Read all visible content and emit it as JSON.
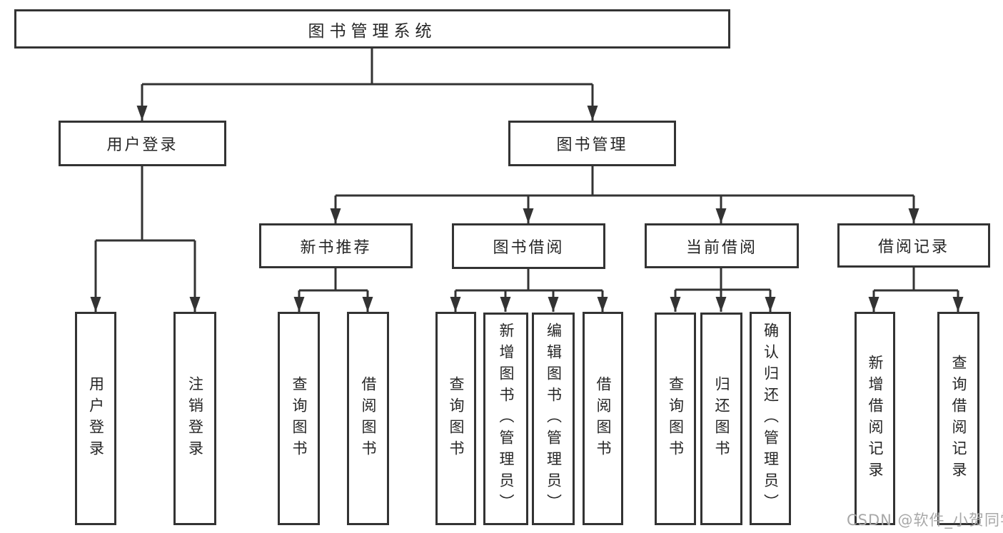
{
  "diagram": {
    "root": {
      "label": "图书管理系统"
    },
    "level2": {
      "user_login": {
        "label": "用户登录"
      },
      "book_management": {
        "label": "图书管理"
      }
    },
    "level3": {
      "new_book_recommend": {
        "label": "新书推荐"
      },
      "book_borrowing": {
        "label": "图书借阅"
      },
      "current_borrowing": {
        "label": "当前借阅"
      },
      "borrowing_records": {
        "label": "借阅记录"
      }
    },
    "leaves": {
      "user_login": "用户登录",
      "logout_login": "注销登录",
      "rec_query_book": "查询图书",
      "rec_borrow_book": "借阅图书",
      "bor_query_book": "查询图书",
      "bor_add_book_admin": "新增图书（管理员）",
      "bor_edit_book_admin": "编辑图书（管理员）",
      "bor_borrow_book": "借阅图书",
      "cur_query_book": "查询图书",
      "cur_return_book": "归还图书",
      "cur_confirm_return_admin": "确认归还（管理员）",
      "records_add_record": "新增借阅记录",
      "records_query_record": "查询借阅记录"
    },
    "watermark": "CSDN @软件_小贺同学"
  },
  "colors": {
    "line": "#333333",
    "text": "#262626",
    "box-bg": "#ffffff",
    "watermark": "#a8a8a8"
  }
}
